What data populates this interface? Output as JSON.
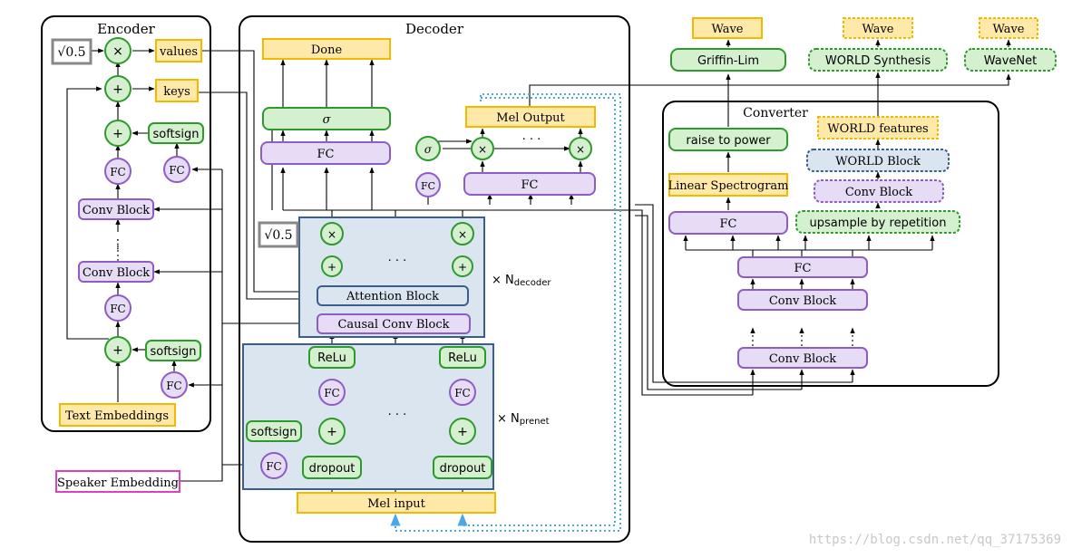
{
  "sections": {
    "encoder": "Encoder",
    "decoder": "Decoder",
    "converter": "Converter"
  },
  "encoder": {
    "sqrt": "√0.5",
    "values": "values",
    "keys": "keys",
    "softsign_top": "softsign",
    "fc_a": "FC",
    "fc_b": "FC",
    "conv_top": "Conv Block",
    "conv_bottom": "Conv Block",
    "fc_c": "FC",
    "softsign_bottom": "softsign",
    "fc_d": "FC",
    "text_embeddings": "Text Embeddings",
    "times": "×",
    "plus": "+",
    "dots": "⋮"
  },
  "speaker_embedding": "Speaker Embedding",
  "decoder": {
    "done": "Done",
    "sigma": "σ",
    "fc_main": "FC",
    "mel_output": "Mel Output",
    "sigma_small": "σ",
    "fc_small": "FC",
    "fc_mel": "FC",
    "sqrt": "√0.5",
    "attention_block": "Attention Block",
    "causal_conv_block": "Causal Conv Block",
    "n_decoder": "× N",
    "n_decoder_sub": "decoder",
    "relu_left": "ReLu",
    "relu_right": "ReLu",
    "fc_pre_left": "FC",
    "fc_pre_right": "FC",
    "softsign": "softsign",
    "fc_spk": "FC",
    "dropout_left": "dropout",
    "dropout_right": "dropout",
    "n_prenet": "× N",
    "n_prenet_sub": "prenet",
    "mel_input": "Mel input",
    "dots_h": "· · ·",
    "times": "×",
    "plus": "+"
  },
  "converter": {
    "raise_to_power": "raise to power",
    "linear_spectrogram": "Linear Spectrogram",
    "fc_linear": "FC",
    "world_features": "WORLD features",
    "world_block": "WORLD Block",
    "conv_block_dotted": "Conv Block",
    "upsample": "upsample by repetition",
    "fc_main": "FC",
    "conv_top": "Conv Block",
    "conv_bottom": "Conv Block"
  },
  "outputs": {
    "wave_griffin": "Wave",
    "griffin_lim": "Griffin-Lim",
    "wave_world": "Wave",
    "world_synthesis": "WORLD Synthesis",
    "wave_wavenet": "Wave",
    "wavenet": "WaveNet"
  },
  "watermark": "https://blog.csdn.net/qq_37175369",
  "colors": {
    "yellow_fill": "#ffe9a8",
    "yellow_stroke": "#f5b800",
    "green_fill": "#d5f0cf",
    "green_stroke": "#2e9a2e",
    "purple_fill": "#e6dcf5",
    "purple_stroke": "#8e5cc4",
    "blue_fill": "#dae5f0",
    "blue_stroke": "#3a5f8f",
    "pink_stroke": "#e040b8",
    "dotted_blue": "#4aa8e8"
  }
}
